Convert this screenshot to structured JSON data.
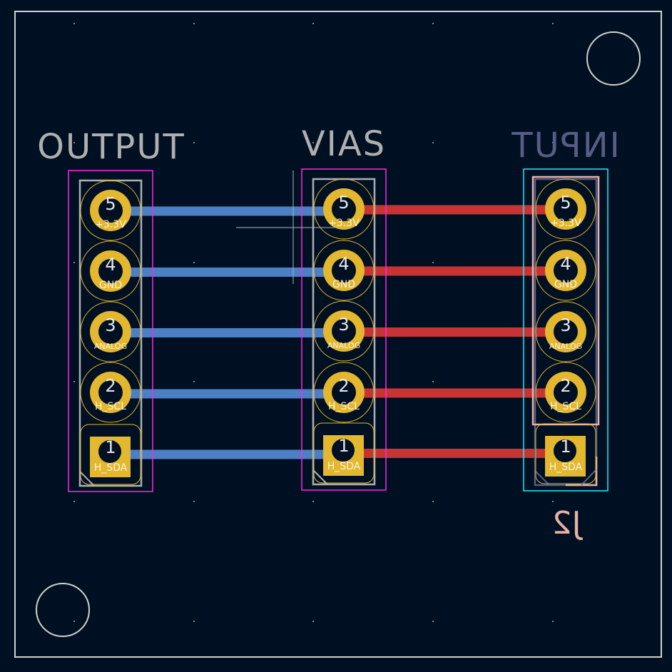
{
  "app": "PCB layout editor",
  "colors": {
    "background": "#001023",
    "board_edge": "#d0d2cd",
    "front_copper": "#c83434",
    "back_copper": "#4d7fc4",
    "pad": "#e3b72e",
    "courtyard_front": "#ff26e2",
    "courtyard_back": "#26e9ff",
    "silk_front": "#f2eda1",
    "fab": "#afafaf",
    "silk_back": "#e8b2a7",
    "back_fab": "#585d84",
    "pad_label": "#ffffff",
    "grid": "#848484"
  },
  "footprints": [
    {
      "id": "output",
      "title": "OUTPUT",
      "mirrored": false,
      "pins": [
        {
          "number": "5",
          "net": "+3.3V"
        },
        {
          "number": "4",
          "net": "GND"
        },
        {
          "number": "3",
          "net": "ANALOG"
        },
        {
          "number": "2",
          "net": "H_SCL"
        },
        {
          "number": "1",
          "net": "H_SDA"
        }
      ]
    },
    {
      "id": "vias",
      "title": "VIAS",
      "mirrored": false,
      "pins": [
        {
          "number": "5",
          "net": "+3.3V"
        },
        {
          "number": "4",
          "net": "GND"
        },
        {
          "number": "3",
          "net": "ANALOG"
        },
        {
          "number": "2",
          "net": "H_SCL"
        },
        {
          "number": "1",
          "net": "H_SDA"
        }
      ]
    },
    {
      "id": "input",
      "title": "INPUT",
      "reference": "J2",
      "mirrored": true,
      "pins": [
        {
          "number": "5",
          "net": "+3.3V"
        },
        {
          "number": "4",
          "net": "GND"
        },
        {
          "number": "3",
          "net": "ANALOG"
        },
        {
          "number": "2",
          "net": "H_SCL"
        },
        {
          "number": "1",
          "net": "H_SDA"
        }
      ]
    }
  ],
  "tracks": {
    "back_copper_nets": [
      "+3.3V",
      "GND",
      "ANALOG",
      "H_SCL",
      "H_SDA"
    ],
    "front_copper_nets": [
      "+3.3V",
      "GND",
      "ANALOG",
      "H_SCL",
      "H_SDA"
    ]
  },
  "mounting_holes": [
    "top-right",
    "bottom-left"
  ]
}
